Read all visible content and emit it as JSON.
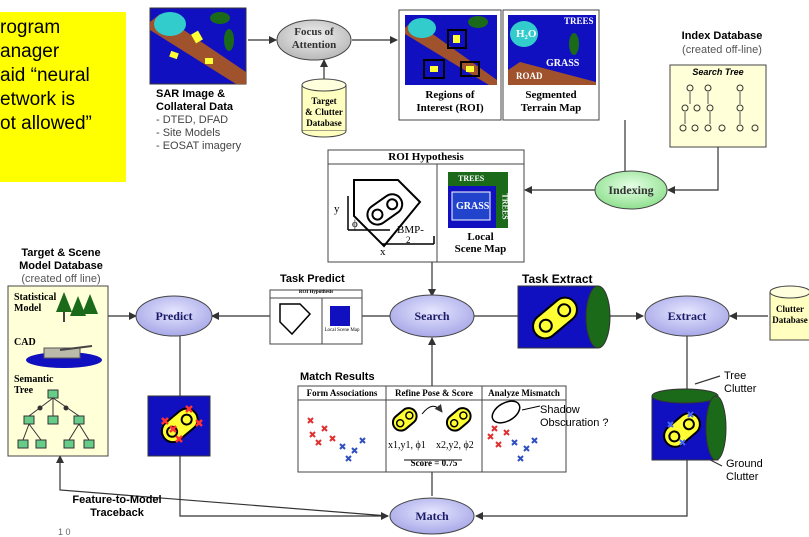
{
  "note": {
    "lines": [
      "rogram",
      "anager",
      "aid “neural",
      "etwork is",
      "ot allowed”"
    ]
  },
  "sar": {
    "title1": "SAR Image &",
    "title2": "Collateral Data",
    "items": [
      "- DTED, DFAD",
      "- Site Models",
      "- EOSAT imagery"
    ]
  },
  "focus": {
    "line1": "Focus of",
    "line2": "Attention"
  },
  "target_clutter_db": {
    "line1": "Target",
    "line2": "& Clutter",
    "line3": "Database"
  },
  "roi": {
    "line1": "Regions of",
    "line2": "Interest (ROI)"
  },
  "terrain": {
    "line1": "Segmented",
    "line2": "Terrain Map",
    "trees": "TREES",
    "h2o": "H₂O",
    "grass": "GRASS",
    "road": "ROAD"
  },
  "index_db": {
    "title": "Index Database",
    "sub": "(created off-line)",
    "tree": "Search Tree"
  },
  "indexing": "Indexing",
  "roi_hyp": {
    "title": "ROI Hypothesis",
    "bmp": "BMP-",
    "bmp2": "2",
    "y": "y",
    "x": "x",
    "phi": "ϕ",
    "trees": "TREES",
    "grass": "GRASS",
    "trees_v": "TREES",
    "local1": "Local",
    "local2": "Scene Map"
  },
  "target_scene_db": {
    "l1": "Target & Scene",
    "l2": "Model Database",
    "l3": "(created off line)",
    "stat1": "Statistical",
    "stat2": "Model",
    "cad": "CAD",
    "sem1": "Semantic",
    "sem2": "Tree"
  },
  "task_predict": {
    "title": "Task Predict",
    "inner": "ROI Hypothesis",
    "local": "Local Scene Map"
  },
  "task_extract": "Task Extract",
  "predict": "Predict",
  "search": "Search",
  "extract": "Extract",
  "match": "Match",
  "clutter_db": {
    "l1": "Clutter",
    "l2": "Database"
  },
  "match_results": {
    "title": "Match Results",
    "cols": [
      "Form Associations",
      "Refine Pose & Score",
      "Analyze Mismatch"
    ],
    "pose1": "x1,y1, ϕ1",
    "pose2": "x2,y2, ϕ2",
    "score": "Score = 0.75",
    "shadow1": "Shadow",
    "shadow2": "Obscuration ?"
  },
  "tree_clutter": {
    "l1": "Tree",
    "l2": "Clutter"
  },
  "ground_clutter": {
    "l1": "Ground",
    "l2": "Clutter"
  },
  "traceback": {
    "l1": "Feature-to-Model",
    "l2": "Traceback"
  },
  "page_num": "1 0",
  "colors": {
    "note_bg": "#ffff00",
    "ellipse_fill": "#c8c8f0",
    "indexing_fill": "#b5f0b5",
    "gray_ellipse": "#d4d4d4",
    "db_fill": "#ffffc0",
    "panel_blue": "#1010c0",
    "road_brown": "#a0522d",
    "green": "#1a6a1a",
    "cyan_water": "#33cccc"
  }
}
